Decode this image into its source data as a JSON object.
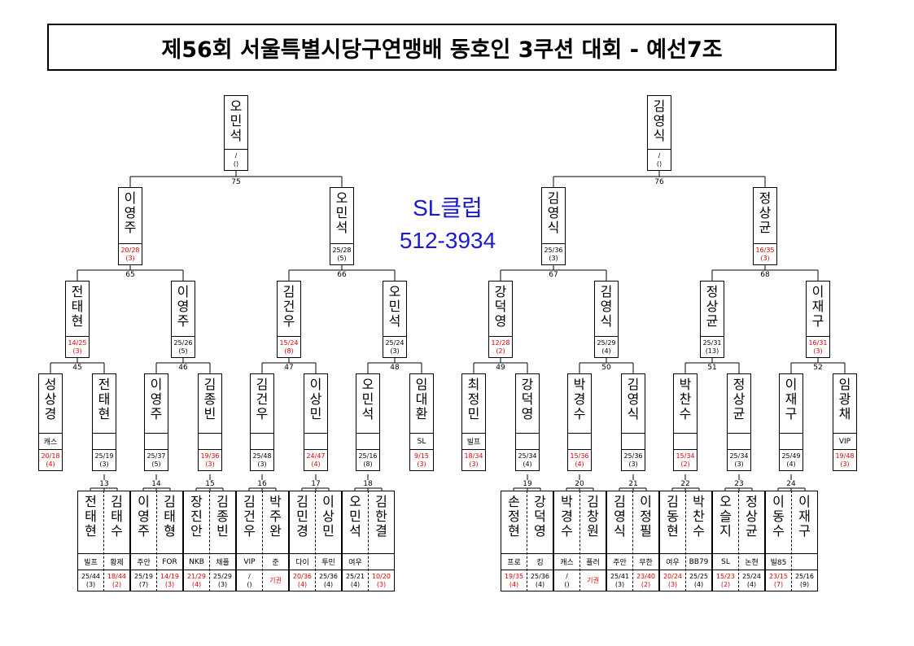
{
  "title": "제56회 서울특별시당구연맹배 동호인 3쿠션 대회 - 예선7조",
  "sponsor": {
    "name": "SL클럽",
    "phone": "512-3934"
  },
  "top": [
    {
      "name": "오민석",
      "club": "",
      "score": "/",
      "hi": "()",
      "red": false
    },
    {
      "name": "김영식",
      "club": "",
      "score": "/",
      "hi": "()",
      "red": false
    }
  ],
  "match_numbers": {
    "final": [
      "75",
      "76"
    ],
    "semi": [
      "65",
      "66",
      "67",
      "68"
    ],
    "quarter": [
      "45",
      "46",
      "47",
      "48",
      "49",
      "50",
      "51",
      "52"
    ],
    "r1": [
      "13",
      "14",
      "15",
      "16",
      "17",
      "18",
      "19",
      "20",
      "21",
      "22",
      "23",
      "24"
    ]
  },
  "semi": [
    {
      "name": "이영주",
      "score": "20/28",
      "hi": "(3)",
      "red": true
    },
    {
      "name": "오민석",
      "score": "25/28",
      "hi": "(5)",
      "red": false
    },
    {
      "name": "김영식",
      "score": "25/36",
      "hi": "(3)",
      "red": false
    },
    {
      "name": "정상균",
      "score": "16/35",
      "hi": "(3)",
      "red": true
    }
  ],
  "quarter": [
    {
      "name": "전태현",
      "score": "14/25",
      "hi": "(3)",
      "red": true
    },
    {
      "name": "이영주",
      "score": "25/26",
      "hi": "(5)",
      "red": false
    },
    {
      "name": "김건우",
      "score": "15/24",
      "hi": "(8)",
      "red": true
    },
    {
      "name": "오민석",
      "score": "25/24",
      "hi": "(3)",
      "red": false
    },
    {
      "name": "강덕영",
      "score": "12/28",
      "hi": "(2)",
      "red": true
    },
    {
      "name": "김영식",
      "score": "25/29",
      "hi": "(4)",
      "red": false
    },
    {
      "name": "정상균",
      "score": "25/31",
      "hi": "(13)",
      "red": false
    },
    {
      "name": "이재구",
      "score": "16/31",
      "hi": "(3)",
      "red": true
    }
  ],
  "round2": [
    {
      "name": "성상경",
      "club": "캐스",
      "score": "20/18",
      "hi": "(4)",
      "red": true
    },
    {
      "name": "전태현",
      "club": "",
      "score": "25/19",
      "hi": "(3)",
      "red": false
    },
    {
      "name": "이영주",
      "club": "",
      "score": "25/37",
      "hi": "(5)",
      "red": false
    },
    {
      "name": "김종빈",
      "club": "",
      "score": "19/36",
      "hi": "(3)",
      "red": true
    },
    {
      "name": "김건우",
      "club": "",
      "score": "25/48",
      "hi": "(3)",
      "red": false
    },
    {
      "name": "이상민",
      "club": "",
      "score": "24/47",
      "hi": "(4)",
      "red": true
    },
    {
      "name": "오민석",
      "club": "",
      "score": "25/16",
      "hi": "(8)",
      "red": false
    },
    {
      "name": "임대환",
      "club": "SL",
      "score": "9/15",
      "hi": "(3)",
      "red": true
    },
    {
      "name": "최정민",
      "club": "빌프",
      "score": "18/34",
      "hi": "(3)",
      "red": true
    },
    {
      "name": "강덕영",
      "club": "",
      "score": "25/34",
      "hi": "(4)",
      "red": false
    },
    {
      "name": "박경수",
      "club": "",
      "score": "15/36",
      "hi": "(4)",
      "red": true
    },
    {
      "name": "김영식",
      "club": "",
      "score": "25/36",
      "hi": "(3)",
      "red": false
    },
    {
      "name": "박찬수",
      "club": "",
      "score": "15/34",
      "hi": "(2)",
      "red": true
    },
    {
      "name": "정상균",
      "club": "",
      "score": "25/34",
      "hi": "(3)",
      "red": false
    },
    {
      "name": "이재구",
      "club": "",
      "score": "25/49",
      "hi": "(4)",
      "red": false
    },
    {
      "name": "임광채",
      "club": "VIP",
      "score": "19/48",
      "hi": "(3)",
      "red": true
    }
  ],
  "round1": [
    {
      "name": "전태현",
      "club": "빌프",
      "score": "25/44",
      "hi": "(3)",
      "red": false
    },
    {
      "name": "김태수",
      "club": "황제",
      "score": "18/44",
      "hi": "(2)",
      "red": true
    },
    {
      "name": "이영주",
      "club": "주안",
      "score": "25/19",
      "hi": "(7)",
      "red": false
    },
    {
      "name": "김태형",
      "club": "FOR",
      "score": "14/19",
      "hi": "(3)",
      "red": true
    },
    {
      "name": "장진안",
      "club": "NKB",
      "score": "21/29",
      "hi": "(4)",
      "red": true
    },
    {
      "name": "김종빈",
      "club": "채플",
      "score": "25/29",
      "hi": "(3)",
      "red": false
    },
    {
      "name": "김건우",
      "club": "VIP",
      "score": "/",
      "hi": "()",
      "red": false
    },
    {
      "name": "박주완",
      "club": "준",
      "score": "기권",
      "hi": "",
      "red": true
    },
    {
      "name": "김민경",
      "club": "다이",
      "score": "20/36",
      "hi": "(4)",
      "red": true
    },
    {
      "name": "이상민",
      "club": "투민",
      "score": "25/36",
      "hi": "(4)",
      "red": false
    },
    {
      "name": "오민석",
      "club": "여우",
      "score": "25/21",
      "hi": "(4)",
      "red": false
    },
    {
      "name": "김한결",
      "club": "",
      "score": "10/20",
      "hi": "(3)",
      "red": true
    },
    {
      "name": "손정현",
      "club": "프로",
      "score": "19/35",
      "hi": "(4)",
      "red": true
    },
    {
      "name": "강덕영",
      "club": "킹",
      "score": "25/36",
      "hi": "(4)",
      "red": false
    },
    {
      "name": "박경수",
      "club": "캐스",
      "score": "/",
      "hi": "()",
      "red": false
    },
    {
      "name": "김창원",
      "club": "플러",
      "score": "기권",
      "hi": "",
      "red": true
    },
    {
      "name": "김영식",
      "club": "주안",
      "score": "25/41",
      "hi": "(3)",
      "red": false
    },
    {
      "name": "이정필",
      "club": "무한",
      "score": "23/40",
      "hi": "(2)",
      "red": true
    },
    {
      "name": "김동현",
      "club": "여우",
      "score": "20/24",
      "hi": "(3)",
      "red": true
    },
    {
      "name": "박찬수",
      "club": "BB79",
      "score": "25/25",
      "hi": "(4)",
      "red": false
    },
    {
      "name": "오슬지",
      "club": "SL",
      "score": "15/23",
      "hi": "(2)",
      "red": true
    },
    {
      "name": "정상균",
      "club": "논현",
      "score": "25/24",
      "hi": "(4)",
      "red": false
    },
    {
      "name": "이동수",
      "club": "빌85",
      "score": "23/15",
      "hi": "(7)",
      "red": true
    },
    {
      "name": "이재구",
      "club": "",
      "score": "25/16",
      "hi": "(9)",
      "red": false
    }
  ]
}
